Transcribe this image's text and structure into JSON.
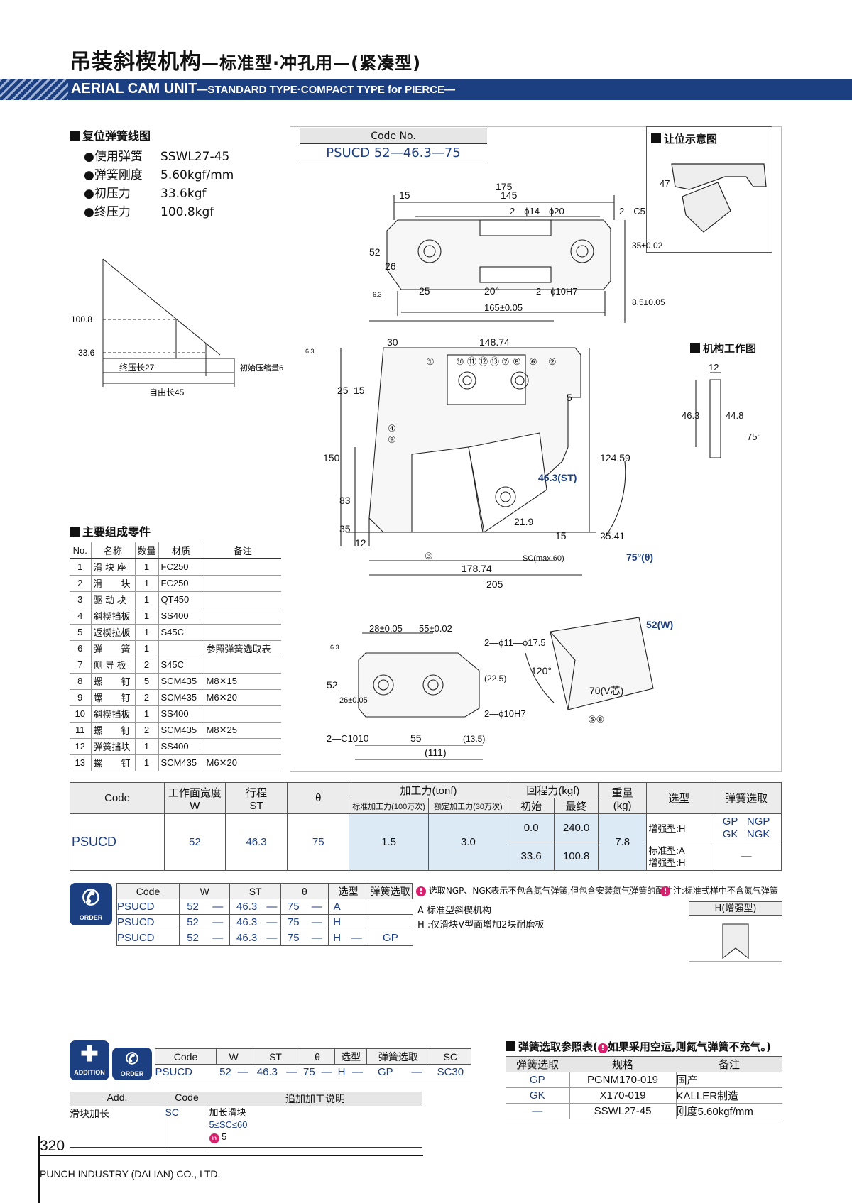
{
  "header": {
    "title_main": "吊装斜楔机构",
    "title_sub": "—标准型·冲孔用—(紧凑型)",
    "en_main": "AERIAL CAM UNIT",
    "en_sub": "—STANDARD TYPE·COMPACT TYPE for PIERCE—"
  },
  "spring_curve": {
    "heading": "复位弹簧线图",
    "rows": [
      {
        "k": "●使用弹簧",
        "v": "SSWL27-45"
      },
      {
        "k": "●弹簧刚度",
        "v": "5.60kgf/mm"
      },
      {
        "k": "●初压力",
        "v": "33.6kgf"
      },
      {
        "k": "●终压力",
        "v": "100.8kgf"
      }
    ],
    "y_hi": "100.8",
    "y_lo": "33.6",
    "final_len": "终压长27",
    "init_comp": "初始压缩量6",
    "free_len": "自由长45"
  },
  "code_box": {
    "label": "Code No.",
    "value": "PSUCD 52—46.3—75"
  },
  "clearance_heading": "让位示意图",
  "clearance_dim": "47",
  "mech_heading": "机构工作图",
  "mech_dims": [
    "12",
    "46.3",
    "44.8",
    "75°"
  ],
  "top_view_dims": [
    "175",
    "15",
    "145",
    "2—ϕ14—ϕ20",
    "2—C5",
    "52",
    "26",
    "35±0.02",
    "8.5±0.05",
    "25",
    "20°",
    "2—ϕ10H7",
    "165±0.05",
    "6.3"
  ],
  "side_view_dims": [
    "30",
    "148.74",
    "25",
    "15",
    "5",
    "150",
    "83",
    "35",
    "12",
    "124.59",
    "25.41",
    "15",
    "21.9",
    "46.3(ST)",
    "SC(max.60)",
    "75°(θ)",
    "178.74",
    "205",
    "6.3"
  ],
  "callouts": [
    "①",
    "⑩",
    "⑪",
    "⑫",
    "⑬",
    "⑦",
    "⑧",
    "⑥",
    "②",
    "④",
    "⑨",
    "③",
    "⑤"
  ],
  "bottom_view_dims": [
    "28±0.05",
    "55±0.02",
    "2—ϕ11—ϕ17.5",
    "52",
    "26±0.05",
    "(22.5)",
    "2—C10",
    "10",
    "55",
    "(13.5)",
    "(111)",
    "2—ϕ10H7",
    "6.3"
  ],
  "vee_dims": [
    "52(W)",
    "120°",
    "70(V芯)",
    "⑤⑧"
  ],
  "parts": {
    "heading": "主要组成零件",
    "headers": [
      "No.",
      "名称",
      "数量",
      "材质",
      "备注"
    ],
    "rows": [
      [
        "1",
        "滑 块 座",
        "1",
        "FC250",
        ""
      ],
      [
        "2",
        "滑　　块",
        "1",
        "FC250",
        ""
      ],
      [
        "3",
        "驱 动 块",
        "1",
        "QT450",
        ""
      ],
      [
        "4",
        "斜楔挡板",
        "1",
        "SS400",
        ""
      ],
      [
        "5",
        "返楔拉板",
        "1",
        "S45C",
        ""
      ],
      [
        "6",
        "弹　　簧",
        "1",
        "",
        "参照弹簧选取表"
      ],
      [
        "7",
        "侧 导 板",
        "2",
        "S45C",
        ""
      ],
      [
        "8",
        "螺　　钉",
        "5",
        "SCM435",
        "M8✕15"
      ],
      [
        "9",
        "螺　　钉",
        "2",
        "SCM435",
        "M6✕20"
      ],
      [
        "10",
        "斜楔挡板",
        "1",
        "SS400",
        ""
      ],
      [
        "11",
        "螺　　钉",
        "2",
        "SCM435",
        "M8✕25"
      ],
      [
        "12",
        "弹簧挡块",
        "1",
        "SS400",
        ""
      ],
      [
        "13",
        "螺　　钉",
        "1",
        "SCM435",
        "M6✕20"
      ]
    ]
  },
  "spec": {
    "h_code": "Code",
    "h_w": "工作面宽度",
    "h_w2": "W",
    "h_st": "行程",
    "h_st2": "ST",
    "h_theta": "θ",
    "h_force": "加工力(tonf)",
    "h_f1": "标准加工力(100万次)",
    "h_f2": "额定加工力(30万次)",
    "h_ret": "回程力(kgf)",
    "h_r1": "初始",
    "h_r2": "最终",
    "h_weight": "重量",
    "h_weight2": "(kg)",
    "h_sel": "选型",
    "h_spring": "弹簧选取",
    "code": "PSUCD",
    "w": "52",
    "st": "46.3",
    "theta": "75",
    "f1": "1.5",
    "f2": "3.0",
    "r1a": "0.0",
    "r2a": "240.0",
    "r1b": "33.6",
    "r2b": "100.8",
    "weight": "7.8",
    "sel_h": "增强型:H",
    "sel_a": "标准型:A",
    "sel_h2": "增强型:H",
    "sp_gp": "GP",
    "sp_ngp": "NGP",
    "sp_gk": "GK",
    "sp_ngk": "NGK",
    "sp_none": "—"
  },
  "order": {
    "badge": "ORDER",
    "headers": [
      "Code",
      "W",
      "ST",
      "θ",
      "选型",
      "弹簧选取"
    ],
    "rows": [
      [
        "PSUCD",
        "52",
        "—",
        "46.3",
        "—",
        "75",
        "—",
        "A",
        "",
        ""
      ],
      [
        "PSUCD",
        "52",
        "—",
        "46.3",
        "—",
        "75",
        "—",
        "H",
        "",
        ""
      ],
      [
        "PSUCD",
        "52",
        "—",
        "46.3",
        "—",
        "75",
        "—",
        "H",
        "—",
        "GP"
      ]
    ],
    "note1": "选取NGP、NGK表示不包含氮气弹簧,但包含安装氮气弹簧的配件",
    "note2": "注:标准式样中不含氮气弹簧",
    "note_a": "A 标准型斜楔机构",
    "note_h": "H :仅滑块V型面增加2块耐磨板",
    "h_label": "H(增强型)"
  },
  "addition": {
    "badge1": "ADDITION",
    "badge2": "ORDER",
    "headers": [
      "Code",
      "W",
      "ST",
      "θ",
      "选型",
      "弹簧选取",
      "SC"
    ],
    "row": [
      "PSUCD",
      "52",
      "—",
      "46.3",
      "—",
      "75",
      "—",
      "H",
      "—",
      "GP",
      "—",
      "SC30"
    ],
    "add_h1": "Add.",
    "add_h2": "Code",
    "add_h3": "追加加工说明",
    "add_name": "滑块加长",
    "add_code": "SC",
    "add_desc": "加长滑块",
    "add_range": "5≤SC≤60",
    "add_in": "in",
    "add_step": "5"
  },
  "spring_ref": {
    "heading": "弹簧选取参照表(",
    "heading2": "如果采用空运,则氮气弹簧不充气。)",
    "headers": [
      "弹簧选取",
      "规格",
      "备注"
    ],
    "rows": [
      [
        "GP",
        "PGNM170-019",
        "国产"
      ],
      [
        "GK",
        "X170-019",
        "KALLER制造"
      ],
      [
        "—",
        "SSWL27-45",
        "刚度5.60kgf/mm"
      ]
    ]
  },
  "footer": {
    "page": "320",
    "company": "PUNCH INDUSTRY (DALIAN) CO., LTD."
  }
}
